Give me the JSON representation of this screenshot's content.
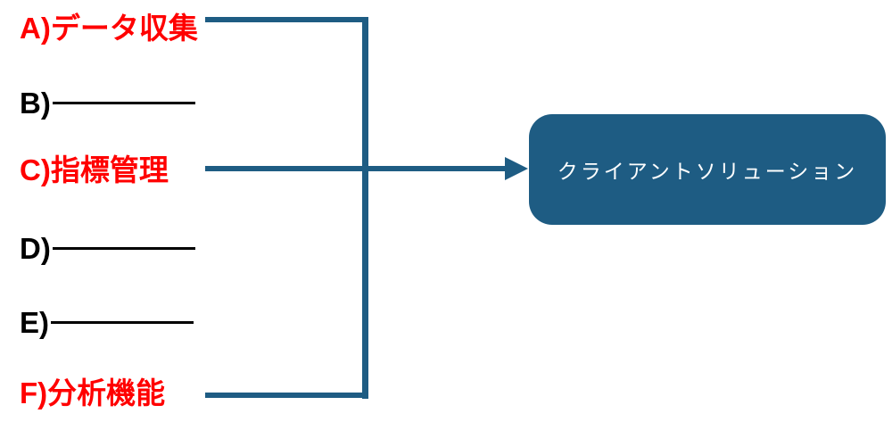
{
  "diagram": {
    "options": [
      {
        "id": "A",
        "label": "A)データ収集",
        "type": "answer"
      },
      {
        "id": "B",
        "label": "B)",
        "type": "blank"
      },
      {
        "id": "C",
        "label": "C)指標管理",
        "type": "answer"
      },
      {
        "id": "D",
        "label": "D)",
        "type": "blank"
      },
      {
        "id": "E",
        "label": "E)",
        "type": "blank"
      },
      {
        "id": "F",
        "label": "F)分析機能",
        "type": "answer"
      }
    ],
    "connected_options": [
      "A",
      "C",
      "F"
    ],
    "target": {
      "label": "クライアントソリューション"
    },
    "colors": {
      "accent": "#1e5c83",
      "answer_red": "#ff0000",
      "blank_line": "#000000",
      "target_text": "#ffffff",
      "canvas_bg": "#ffffff"
    }
  }
}
